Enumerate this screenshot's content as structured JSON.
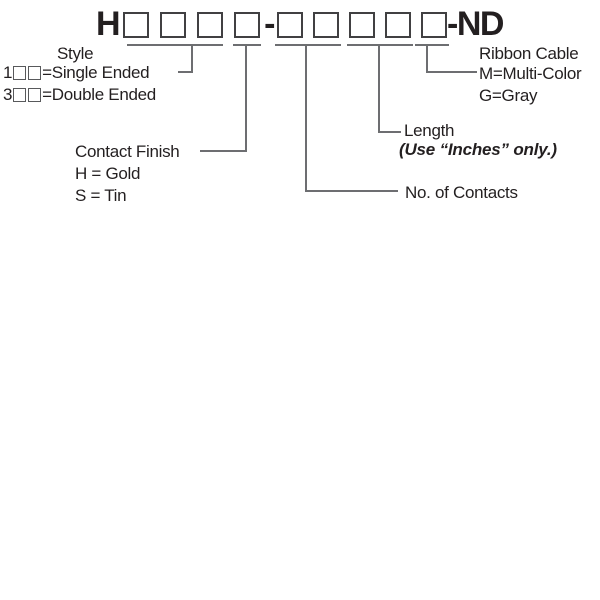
{
  "diagram": {
    "part_number": {
      "prefix": "H",
      "separator": "-",
      "suffix": "-ND",
      "group1_boxes": 4,
      "group2_boxes": 5
    },
    "callouts": {
      "style": {
        "title": "Style",
        "options": [
          {
            "code_prefix": "1",
            "code_boxes": 2,
            "label": "=Single Ended"
          },
          {
            "code_prefix": "3",
            "code_boxes": 2,
            "label": "=Double Ended"
          }
        ]
      },
      "contact_finish": {
        "title": "Contact Finish",
        "options": [
          "H = Gold",
          "S = Tin"
        ]
      },
      "contacts": {
        "label": "No. of Contacts"
      },
      "length": {
        "title": "Length",
        "note": "(Use “Inches” only.)"
      },
      "ribbon_cable": {
        "title": "Ribbon Cable",
        "options": [
          "M=Multi-Color",
          "G=Gray"
        ]
      }
    },
    "colors": {
      "text": "#231f20",
      "line": "#6d6e71",
      "box_border": "#414042"
    }
  }
}
